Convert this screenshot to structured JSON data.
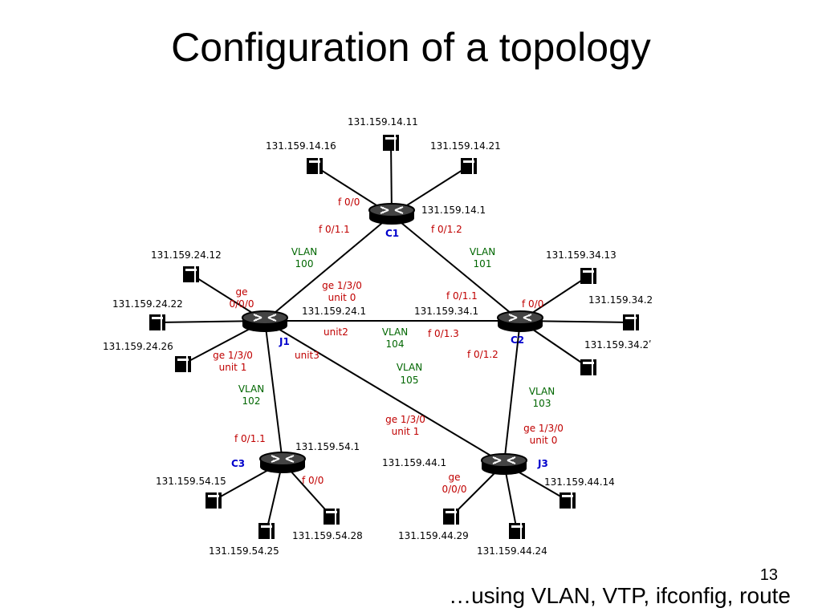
{
  "title": "Configuration of a topology",
  "slide_number": "13",
  "footer": "…using VLAN, VTP, ifconfig, route",
  "colors": {
    "port": "#c00000",
    "vlan": "#006600",
    "router_name": "#0000cc",
    "text": "#000000"
  },
  "routers": [
    {
      "id": "C1",
      "name": "C1",
      "ip": "131.159.14.1"
    },
    {
      "id": "J1",
      "name": "J1",
      "ip": "131.159.24.1"
    },
    {
      "id": "C2",
      "name": "C2",
      "ip": "131.159.34.1"
    },
    {
      "id": "C3",
      "name": "C3",
      "ip": "131.159.54.1"
    },
    {
      "id": "J3",
      "name": "J3",
      "ip": "131.159.44.1"
    }
  ],
  "hosts": [
    {
      "id": "h14_11",
      "ip": "131.159.14.11",
      "router": "C1"
    },
    {
      "id": "h14_16",
      "ip": "131.159.14.16",
      "router": "C1"
    },
    {
      "id": "h14_21",
      "ip": "131.159.14.21",
      "router": "C1"
    },
    {
      "id": "h24_12",
      "ip": "131.159.24.12",
      "router": "J1"
    },
    {
      "id": "h24_22",
      "ip": "131.159.24.22",
      "router": "J1"
    },
    {
      "id": "h24_26",
      "ip": "131.159.24.26",
      "router": "J1"
    },
    {
      "id": "h34_13",
      "ip": "131.159.34.13",
      "router": "C2"
    },
    {
      "id": "h34_2",
      "ip": "131.159.34.2",
      "router": "C2"
    },
    {
      "id": "h34_27",
      "ip": "131.159.34.2ʹ",
      "router": "C2"
    },
    {
      "id": "h54_15",
      "ip": "131.159.54.15",
      "router": "C3"
    },
    {
      "id": "h54_25",
      "ip": "131.159.54.25",
      "router": "C3"
    },
    {
      "id": "h54_28",
      "ip": "131.159.54.28",
      "router": "C3"
    },
    {
      "id": "h44_14",
      "ip": "131.159.44.14",
      "router": "J3"
    },
    {
      "id": "h44_29",
      "ip": "131.159.44.29",
      "router": "J3"
    },
    {
      "id": "h44_24",
      "ip": "131.159.44.24",
      "router": "J3"
    }
  ],
  "links": [
    {
      "id": "c1-j1",
      "vlan": [
        "VLAN",
        "100"
      ]
    },
    {
      "id": "c1-c2",
      "vlan": [
        "VLAN",
        "101"
      ]
    },
    {
      "id": "j1-c3",
      "vlan": [
        "VLAN",
        "102"
      ]
    },
    {
      "id": "c2-j3",
      "vlan": [
        "VLAN",
        "103"
      ]
    },
    {
      "id": "j1-c2",
      "vlan": [
        "VLAN",
        "104"
      ]
    },
    {
      "id": "j1-j3",
      "vlan": [
        "VLAN",
        "105"
      ]
    }
  ],
  "ports": {
    "c1_f00": "f 0/0",
    "c1_f011": "f 0/1.1",
    "c1_f012": "f 0/1.2",
    "j1_ge000": [
      "ge",
      "0/0/0"
    ],
    "j1_ge130u0": [
      "ge 1/3/0",
      "unit 0"
    ],
    "j1_unit2": "unit2",
    "j1_unit3": "unit3",
    "j1_ge130u1": [
      "ge 1/3/0",
      "unit 1"
    ],
    "c2_f011": "f 0/1.1",
    "c2_f00": "f 0/0",
    "c2_f013": "f 0/1.3",
    "c2_f012": "f 0/1.2",
    "c3_f011": "f 0/1.1",
    "c3_f00": "f 0/0",
    "j3_ge130u1": [
      "ge 1/3/0",
      "unit 1"
    ],
    "j3_ge130u0": [
      "ge 1/3/0",
      "unit 0"
    ],
    "j3_ge000": [
      "ge",
      "0/0/0"
    ]
  }
}
